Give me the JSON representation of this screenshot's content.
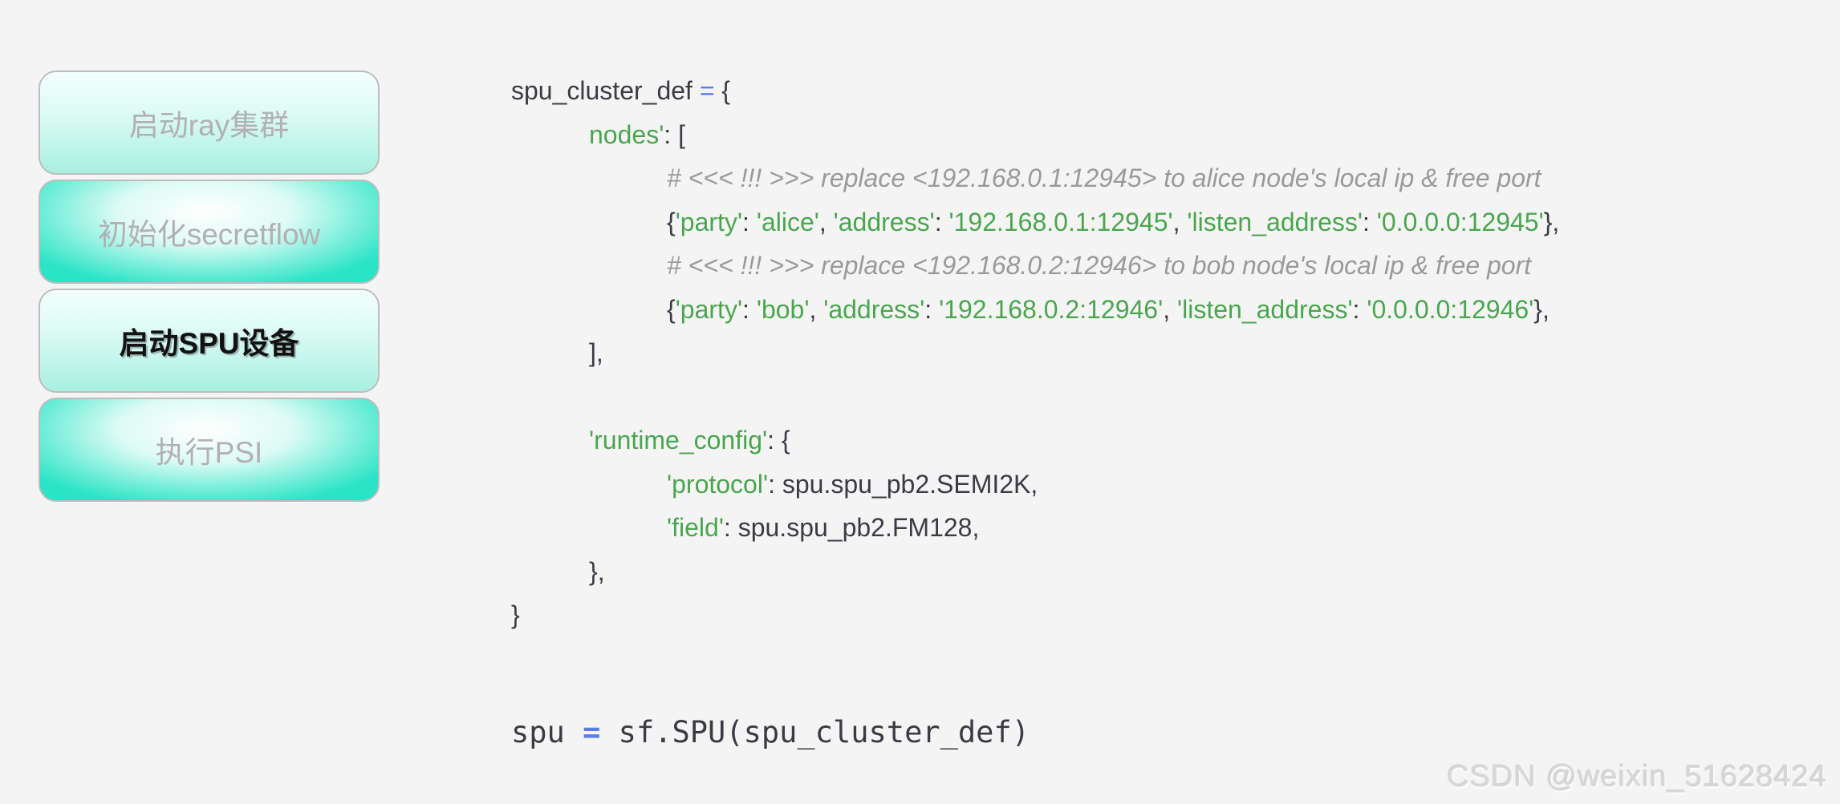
{
  "page": {
    "background": "#f5f4f5"
  },
  "steps": {
    "items": [
      {
        "id": "start-ray-cluster",
        "label": "启动ray集群",
        "style": "linear",
        "state": "inactive"
      },
      {
        "id": "init-secretflow",
        "label": "初始化secretflow",
        "style": "radial",
        "state": "inactive"
      },
      {
        "id": "start-spu-device",
        "label": "启动SPU设备",
        "style": "linear",
        "state": "active"
      },
      {
        "id": "run-psi",
        "label": "执行PSI",
        "style": "radial",
        "state": "inactive"
      }
    ]
  },
  "code": {
    "lines": [
      {
        "indent": 0,
        "tokens": [
          {
            "t": "spu_cluster_def ",
            "c": "plain"
          },
          {
            "t": "=",
            "c": "op"
          },
          {
            "t": " {",
            "c": "plain"
          }
        ]
      },
      {
        "indent": 1,
        "tokens": [
          {
            "t": "nodes'",
            "c": "str"
          },
          {
            "t": ": [",
            "c": "plain"
          }
        ]
      },
      {
        "indent": 2,
        "tokens": [
          {
            "t": "# <<< !!! >>> replace <192.168.0.1:12945> to alice node's local ip & free port",
            "c": "comment"
          }
        ]
      },
      {
        "indent": 2,
        "tokens": [
          {
            "t": "{",
            "c": "plain"
          },
          {
            "t": "'party'",
            "c": "str"
          },
          {
            "t": ": ",
            "c": "plain"
          },
          {
            "t": "'alice'",
            "c": "str"
          },
          {
            "t": ", ",
            "c": "plain"
          },
          {
            "t": "'address'",
            "c": "str"
          },
          {
            "t": ": ",
            "c": "plain"
          },
          {
            "t": "'192.168.0.1:12945'",
            "c": "str"
          },
          {
            "t": ", ",
            "c": "plain"
          },
          {
            "t": "'listen_address'",
            "c": "str"
          },
          {
            "t": ": ",
            "c": "plain"
          },
          {
            "t": "'0.0.0.0:12945'",
            "c": "str"
          },
          {
            "t": "},",
            "c": "plain"
          }
        ]
      },
      {
        "indent": 2,
        "tokens": [
          {
            "t": "# <<< !!! >>> replace <192.168.0.2:12946> to bob node's local ip & free port",
            "c": "comment"
          }
        ]
      },
      {
        "indent": 2,
        "tokens": [
          {
            "t": "{",
            "c": "plain"
          },
          {
            "t": "'party'",
            "c": "str"
          },
          {
            "t": ": ",
            "c": "plain"
          },
          {
            "t": "'bob'",
            "c": "str"
          },
          {
            "t": ", ",
            "c": "plain"
          },
          {
            "t": "'address'",
            "c": "str"
          },
          {
            "t": ": ",
            "c": "plain"
          },
          {
            "t": "'192.168.0.2:12946'",
            "c": "str"
          },
          {
            "t": ", ",
            "c": "plain"
          },
          {
            "t": "'listen_address'",
            "c": "str"
          },
          {
            "t": ": ",
            "c": "plain"
          },
          {
            "t": "'0.0.0.0:12946'",
            "c": "str"
          },
          {
            "t": "},",
            "c": "plain"
          }
        ]
      },
      {
        "indent": 1,
        "tokens": [
          {
            "t": "],",
            "c": "plain"
          }
        ]
      },
      {
        "indent": 0,
        "tokens": []
      },
      {
        "indent": 1,
        "tokens": [
          {
            "t": "'runtime_config'",
            "c": "str"
          },
          {
            "t": ": {",
            "c": "plain"
          }
        ]
      },
      {
        "indent": 2,
        "tokens": [
          {
            "t": "'protocol'",
            "c": "str"
          },
          {
            "t": ": spu.spu_pb2.SEMI2K,",
            "c": "plain"
          }
        ]
      },
      {
        "indent": 2,
        "tokens": [
          {
            "t": "'field'",
            "c": "str"
          },
          {
            "t": ": spu.spu_pb2.FM128,",
            "c": "plain"
          }
        ]
      },
      {
        "indent": 1,
        "tokens": [
          {
            "t": "},",
            "c": "plain"
          }
        ]
      },
      {
        "indent": 0,
        "tokens": [
          {
            "t": "}",
            "c": "plain"
          }
        ]
      }
    ],
    "assignment_line": {
      "tokens": [
        {
          "t": "spu ",
          "c": "plain"
        },
        {
          "t": "=",
          "c": "op"
        },
        {
          "t": " sf.SPU(spu_cluster_def)",
          "c": "plain"
        }
      ]
    }
  },
  "watermark": {
    "text": "CSDN @weixin_51628424"
  },
  "colors": {
    "accent_teal": "#2be4c6",
    "string_green": "#4aa64e",
    "operator_blue": "#5b7ce8",
    "comment_gray": "#9a999b",
    "code_dark": "#3a3b43",
    "inactive_step_text": "#b2b0b2",
    "active_step_text": "#121212"
  }
}
